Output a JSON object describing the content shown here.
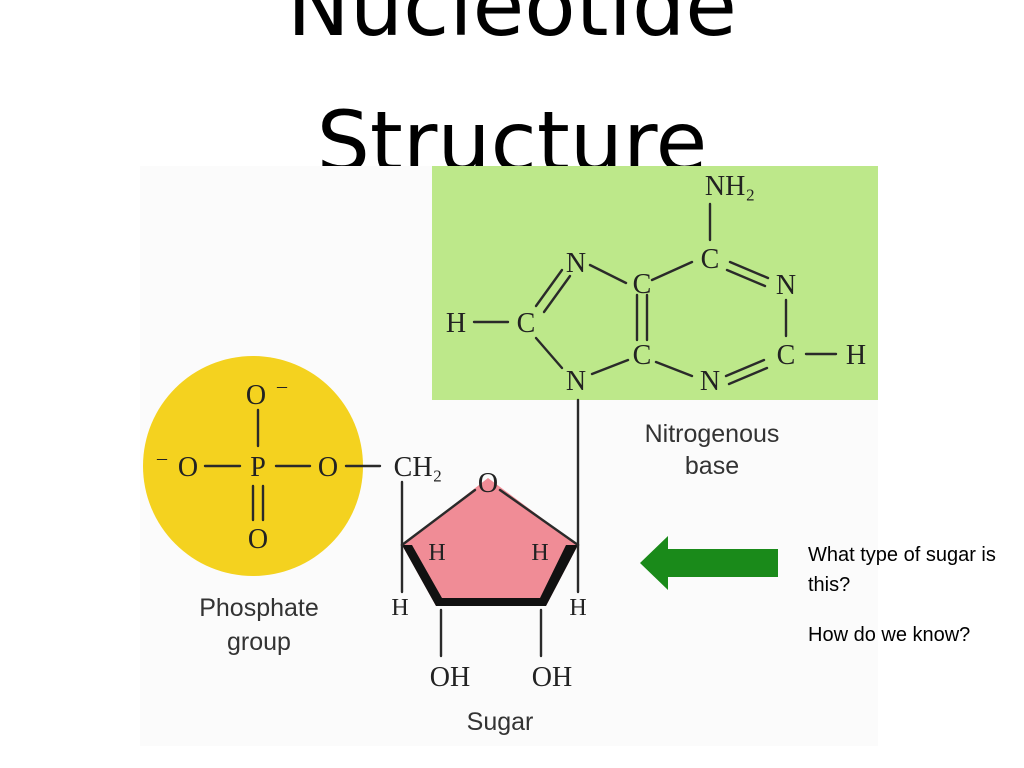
{
  "title": {
    "line1": "Nucleotide",
    "line2": "Structure"
  },
  "base": {
    "label_line1": "Nitrogenous",
    "label_line2": "base",
    "background_color": "#bde88a",
    "atoms": {
      "nh2": "NH₂",
      "c_top": "C",
      "n_top_left": "N",
      "c_mid_top": "C",
      "n_right": "N",
      "h_left": "H",
      "c_left": "C",
      "c_mid_bottom": "C",
      "c_right": "C",
      "h_right": "H",
      "n_bottom_left": "N",
      "n_bottom_right": "N"
    }
  },
  "phosphate": {
    "label_line1": "Phosphate",
    "label_line2": "group",
    "circle_color": "#f4d21f",
    "atoms": {
      "o_top": "O",
      "o_top_charge": "–",
      "o_left": "O",
      "o_left_charge": "–",
      "p": "P",
      "o_right": "O",
      "o_bottom": "O",
      "ch2": "CH₂"
    }
  },
  "sugar": {
    "label": "Sugar",
    "ring_color": "#f08c96",
    "atoms": {
      "o_ring": "O",
      "h_inner_left": "H",
      "h_inner_right": "H",
      "h_outer_left": "H",
      "h_outer_right": "H",
      "oh_left": "OH",
      "oh_right": "OH"
    }
  },
  "arrow": {
    "color": "#1a8a1a"
  },
  "notes": {
    "question1": "What type of sugar is this?",
    "question2": "How do we know?"
  }
}
